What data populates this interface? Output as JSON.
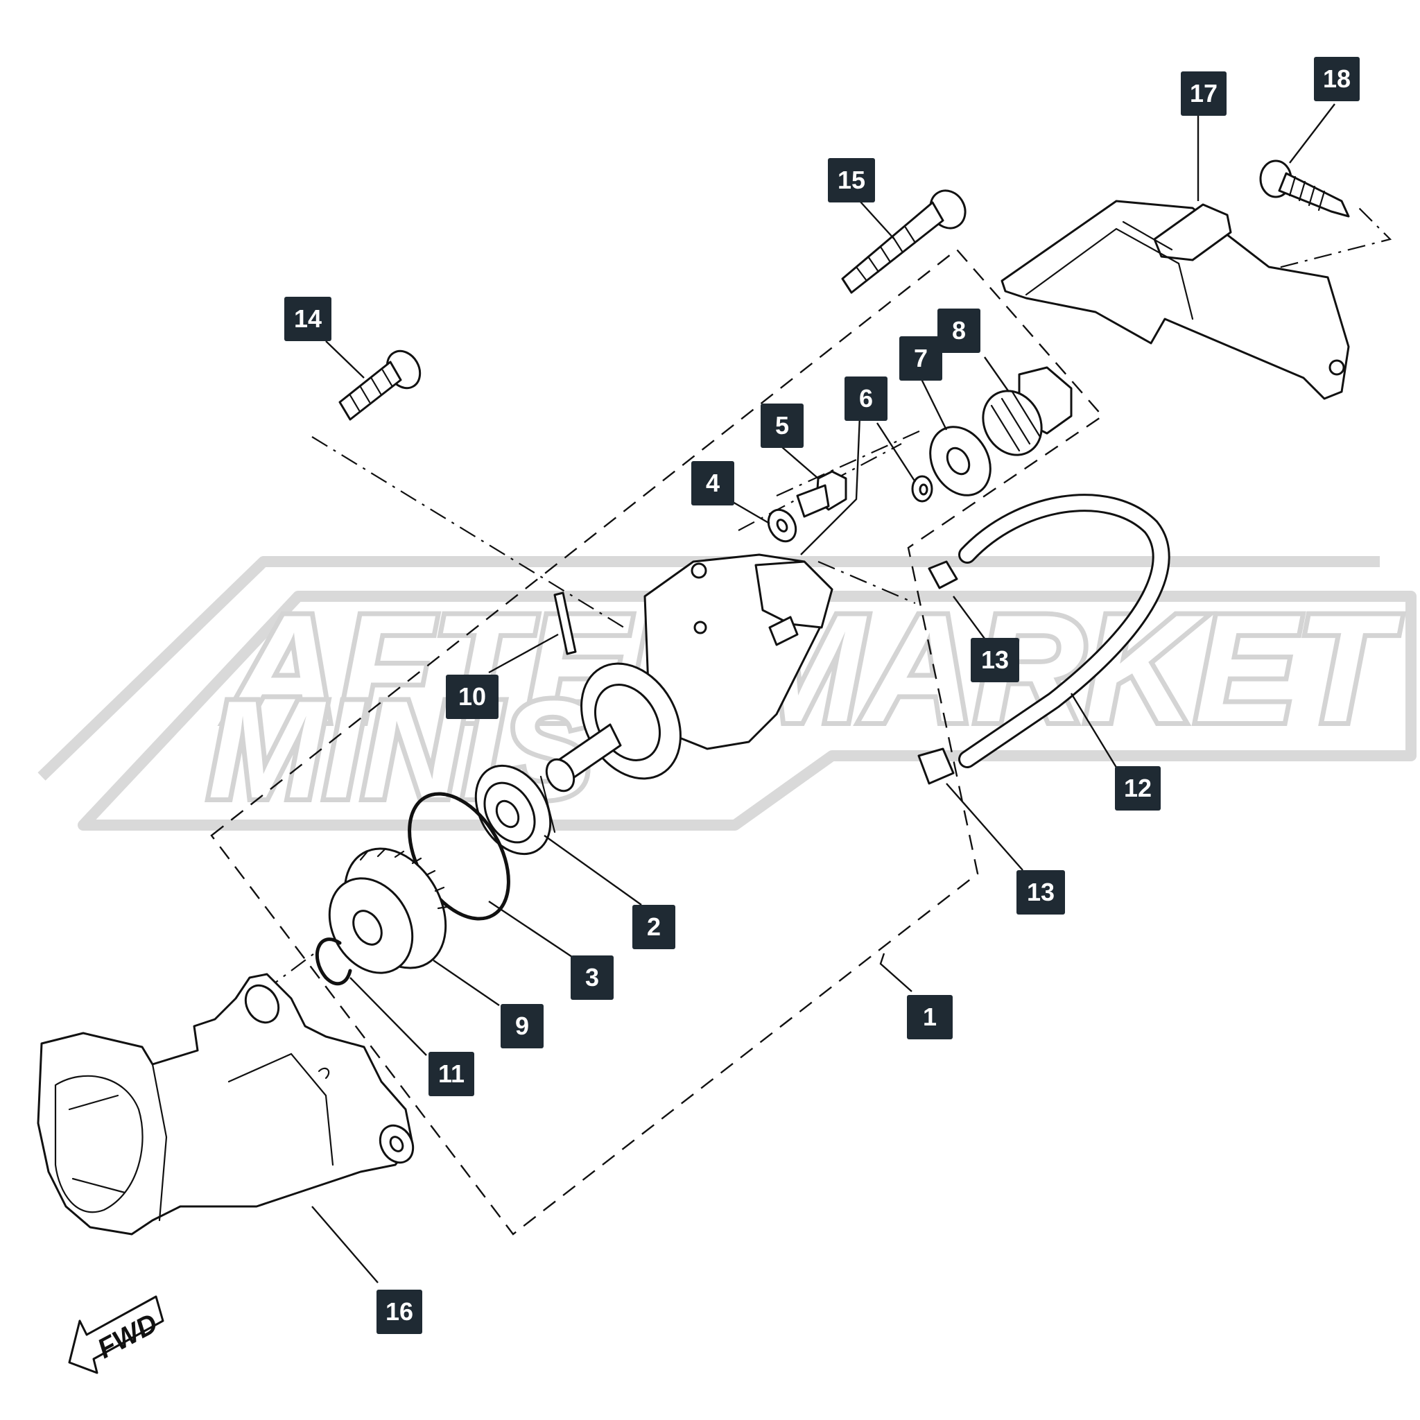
{
  "watermark": {
    "line1": "AFTERMARKET",
    "line2": "MINIS",
    "color": "#d9d9d9"
  },
  "direction_arrow": {
    "label": "FWD"
  },
  "callouts": [
    {
      "id": "c1",
      "label": "1"
    },
    {
      "id": "c2",
      "label": "2"
    },
    {
      "id": "c3",
      "label": "3"
    },
    {
      "id": "c4",
      "label": "4"
    },
    {
      "id": "c5",
      "label": "5"
    },
    {
      "id": "c6",
      "label": "6"
    },
    {
      "id": "c7",
      "label": "7"
    },
    {
      "id": "c8",
      "label": "8"
    },
    {
      "id": "c9",
      "label": "9"
    },
    {
      "id": "c10",
      "label": "10"
    },
    {
      "id": "c11",
      "label": "11"
    },
    {
      "id": "c12",
      "label": "12"
    },
    {
      "id": "c13a",
      "label": "13"
    },
    {
      "id": "c13b",
      "label": "13"
    },
    {
      "id": "c14",
      "label": "14"
    },
    {
      "id": "c15",
      "label": "15"
    },
    {
      "id": "c16",
      "label": "16"
    },
    {
      "id": "c17",
      "label": "17"
    },
    {
      "id": "c18",
      "label": "18"
    }
  ],
  "colors": {
    "callout_bg": "#1f2a33",
    "callout_text": "#ffffff",
    "line": "#111111"
  }
}
